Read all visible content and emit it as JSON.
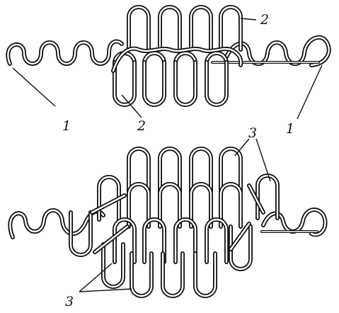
{
  "labels": {
    "top_left_1": "1",
    "top_mid_2": "2",
    "top_upper_2": "2",
    "top_right_1": "1",
    "bottom_upper_3": "3",
    "bottom_lower_3": "3"
  },
  "colors": {
    "ink": "#111111",
    "paper": "#ffffff"
  }
}
